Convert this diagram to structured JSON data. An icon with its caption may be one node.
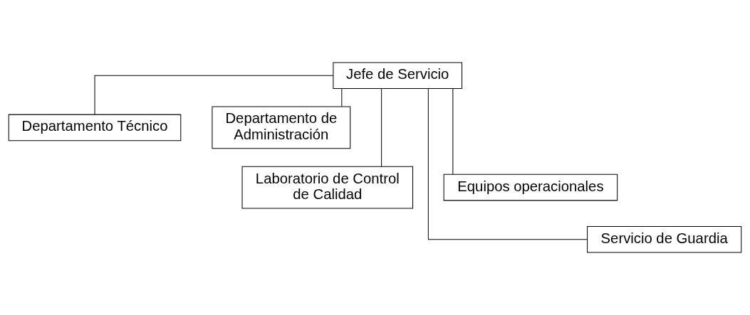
{
  "diagram": {
    "nodes": [
      {
        "text": [
          "Jefe de Servicio"
        ]
      },
      {
        "text": [
          "Departamento Técnico"
        ]
      },
      {
        "text": [
          "Departamento de Administración"
        ]
      },
      {
        "text": [
          "Laboratorio de Control de Calidad"
        ]
      },
      {
        "text": [
          "Equipos operacionales"
        ]
      },
      {
        "text": [
          "Servicio de Guardia"
        ]
      }
    ],
    "edges": [
      {
        "from": 0,
        "to": 1,
        "arrow": "none"
      },
      {
        "from": 0,
        "to": 2,
        "arrow": "none"
      },
      {
        "from": 0,
        "to": 3,
        "arrow": "none"
      },
      {
        "from": 0,
        "to": 4,
        "arrow": "none"
      },
      {
        "from": 0,
        "to": 5,
        "arrow": "none"
      }
    ]
  }
}
